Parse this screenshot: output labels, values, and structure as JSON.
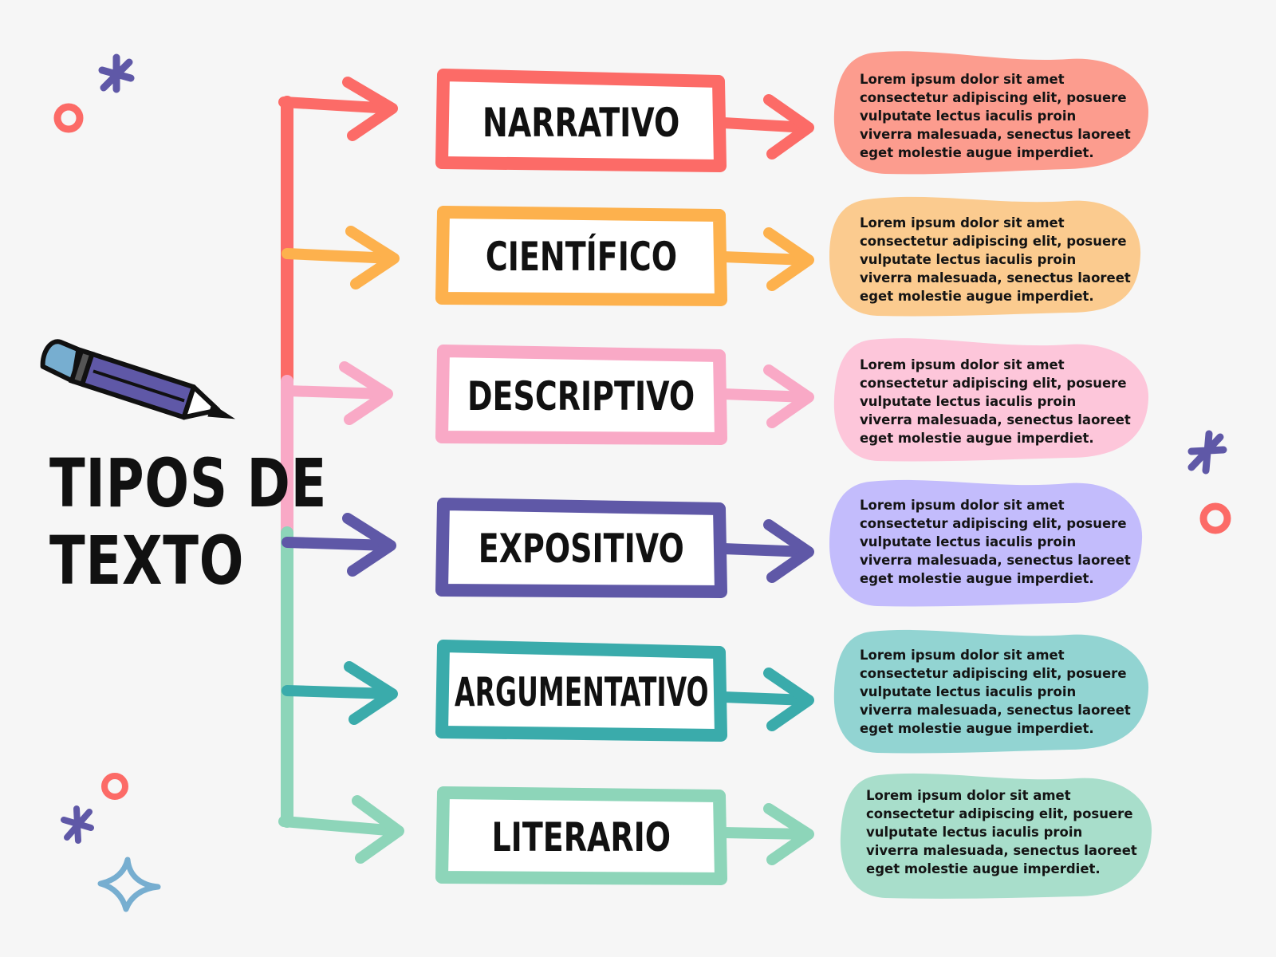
{
  "title": {
    "line1": "TIPOS DE",
    "line2": "TEXTO"
  },
  "colors": {
    "background": "#f6f6f6",
    "coral": "#fc6b67",
    "orange": "#fdb14d",
    "pink": "#f9a9c6",
    "purple": "#5f58a7",
    "teal": "#3aabab",
    "mint": "#8dd5b9",
    "bubble_coral": "#fc9c8e",
    "bubble_orange": "#fbcb8f",
    "bubble_pink": "#fdc6da",
    "bubble_purple": "#c3bcfc",
    "bubble_teal": "#92d4d2",
    "bubble_mint": "#a8decb",
    "deco_blue": "#77aed0"
  },
  "types": [
    {
      "label": "NARRATIVO",
      "description": "Lorem ipsum dolor sit amet consectetur adipiscing elit, posuere vulputate lectus iaculis proin viverra malesuada, senectus laoreet eget molestie augue imperdiet."
    },
    {
      "label": "CIENTÍFICO",
      "description": "Lorem ipsum dolor sit amet consectetur adipiscing elit, posuere vulputate lectus iaculis proin viverra malesuada, senectus laoreet eget molestie augue imperdiet."
    },
    {
      "label": "DESCRIPTIVO",
      "description": "Lorem ipsum dolor sit amet consectetur adipiscing elit, posuere vulputate lectus iaculis proin viverra malesuada, senectus laoreet eget molestie augue imperdiet."
    },
    {
      "label": "EXPOSITIVO",
      "description": "Lorem ipsum dolor sit amet consectetur adipiscing elit, posuere vulputate lectus iaculis proin viverra malesuada, senectus laoreet eget molestie augue imperdiet."
    },
    {
      "label": "ARGUMENTATIVO",
      "description": "Lorem ipsum dolor sit amet consectetur adipiscing elit, posuere vulputate lectus iaculis proin viverra malesuada, senectus laoreet eget molestie augue imperdiet."
    },
    {
      "label": "LITERARIO",
      "description": "Lorem ipsum dolor sit amet consectetur adipiscing elit, posuere vulputate lectus iaculis proin viverra malesuada, senectus laoreet eget molestie augue imperdiet."
    }
  ],
  "icons": {
    "title_decoration": "pencil-icon",
    "decorations": [
      "star-icon",
      "circle-icon",
      "sparkle-icon"
    ]
  }
}
